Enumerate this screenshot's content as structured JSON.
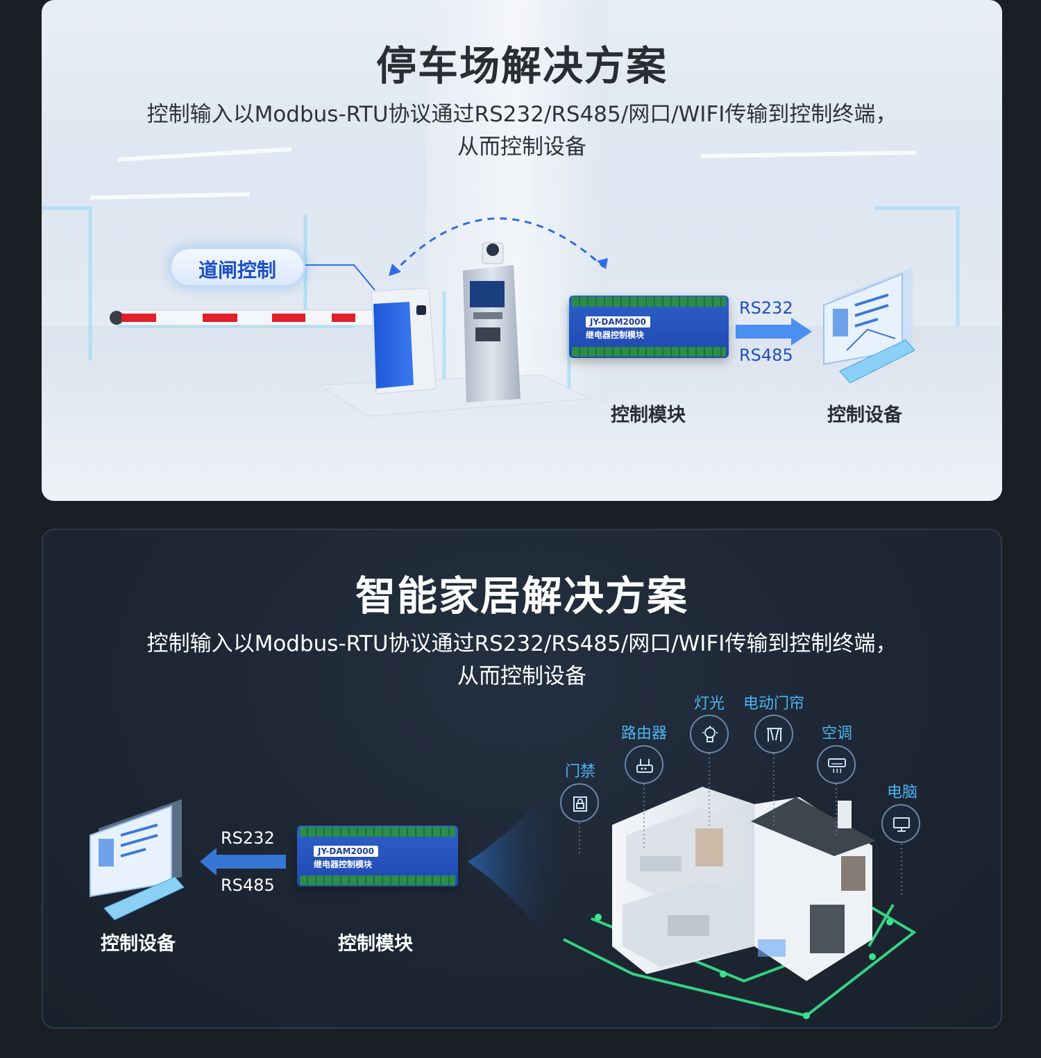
{
  "parking": {
    "title": "停车场解决方案",
    "subtitle_line1": "控制输入以Modbus-RTU协议通过RS232/RS485/网口/WIFI传输到控制终端，",
    "subtitle_line2": "从而控制设备",
    "gate_label": "道闸控制",
    "module_label": "控制模块",
    "device_label": "控制设备",
    "protocol_top": "RS232",
    "protocol_bottom": "RS485"
  },
  "module": {
    "model": "JY-DAM2000",
    "name": "继电器控制模块"
  },
  "smart_home": {
    "title": "智能家居解决方案",
    "subtitle_line1": "控制输入以Modbus-RTU协议通过RS232/RS485/网口/WIFI传输到控制终端，",
    "subtitle_line2": "从而控制设备",
    "device_label": "控制设备",
    "module_label": "控制模块",
    "protocol_top": "RS232",
    "protocol_bottom": "RS485",
    "devices": [
      {
        "label": "门禁",
        "icon": "lock-icon"
      },
      {
        "label": "路由器",
        "icon": "router-icon"
      },
      {
        "label": "灯光",
        "icon": "bulb-icon"
      },
      {
        "label": "电动门帘",
        "icon": "curtain-icon"
      },
      {
        "label": "空调",
        "icon": "air-conditioner-icon"
      },
      {
        "label": "电脑",
        "icon": "monitor-icon"
      }
    ]
  },
  "colors": {
    "accent_blue": "#2e6be6",
    "label_blue": "#1d4fc4",
    "device_blue": "#4ab6f5",
    "glow_green": "#39e58b",
    "dark_bg": "#1b1e24"
  }
}
